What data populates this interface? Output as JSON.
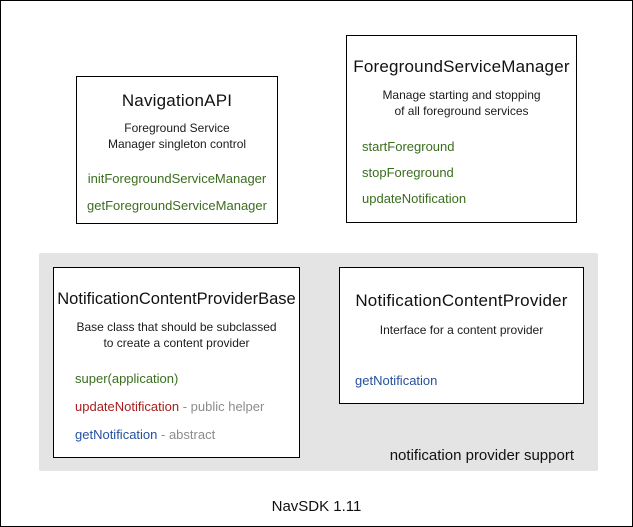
{
  "colors": {
    "green": "#3a6e1f",
    "red": "#a81e1e",
    "blue": "#24519f",
    "gray": "#8c8c8c",
    "region_bg": "#e4e4e4"
  },
  "region": {
    "label": "notification provider support"
  },
  "footer": {
    "label": "NavSDK 1.11"
  },
  "boxes": {
    "navigation_api": {
      "title": "NavigationAPI",
      "description": "Foreground Service\nManager singleton control",
      "methods": [
        {
          "label": "initForegroundServiceManager",
          "color": "green",
          "suffix": ""
        },
        {
          "label": "getForegroundServiceManager",
          "color": "green",
          "suffix": ""
        }
      ]
    },
    "foreground_service_manager": {
      "title": "ForegroundServiceManager",
      "description": "Manage starting and stopping\nof all foreground services",
      "methods": [
        {
          "label": "startForeground",
          "color": "green",
          "suffix": ""
        },
        {
          "label": "stopForeground",
          "color": "green",
          "suffix": ""
        },
        {
          "label": "updateNotification",
          "color": "green",
          "suffix": ""
        }
      ]
    },
    "notification_content_provider_base": {
      "title": "NotificationContentProviderBase",
      "description": "Base class that should be subclassed\nto create a content provider",
      "methods": [
        {
          "label": "super(application)",
          "color": "green",
          "suffix": ""
        },
        {
          "label": "updateNotification",
          "color": "red",
          "suffix": " - public helper"
        },
        {
          "label": "getNotification",
          "color": "blue",
          "suffix": " - abstract"
        }
      ]
    },
    "notification_content_provider": {
      "title": "NotificationContentProvider",
      "description": "Interface for a content provider",
      "methods": [
        {
          "label": "getNotification",
          "color": "blue",
          "suffix": ""
        }
      ]
    }
  }
}
